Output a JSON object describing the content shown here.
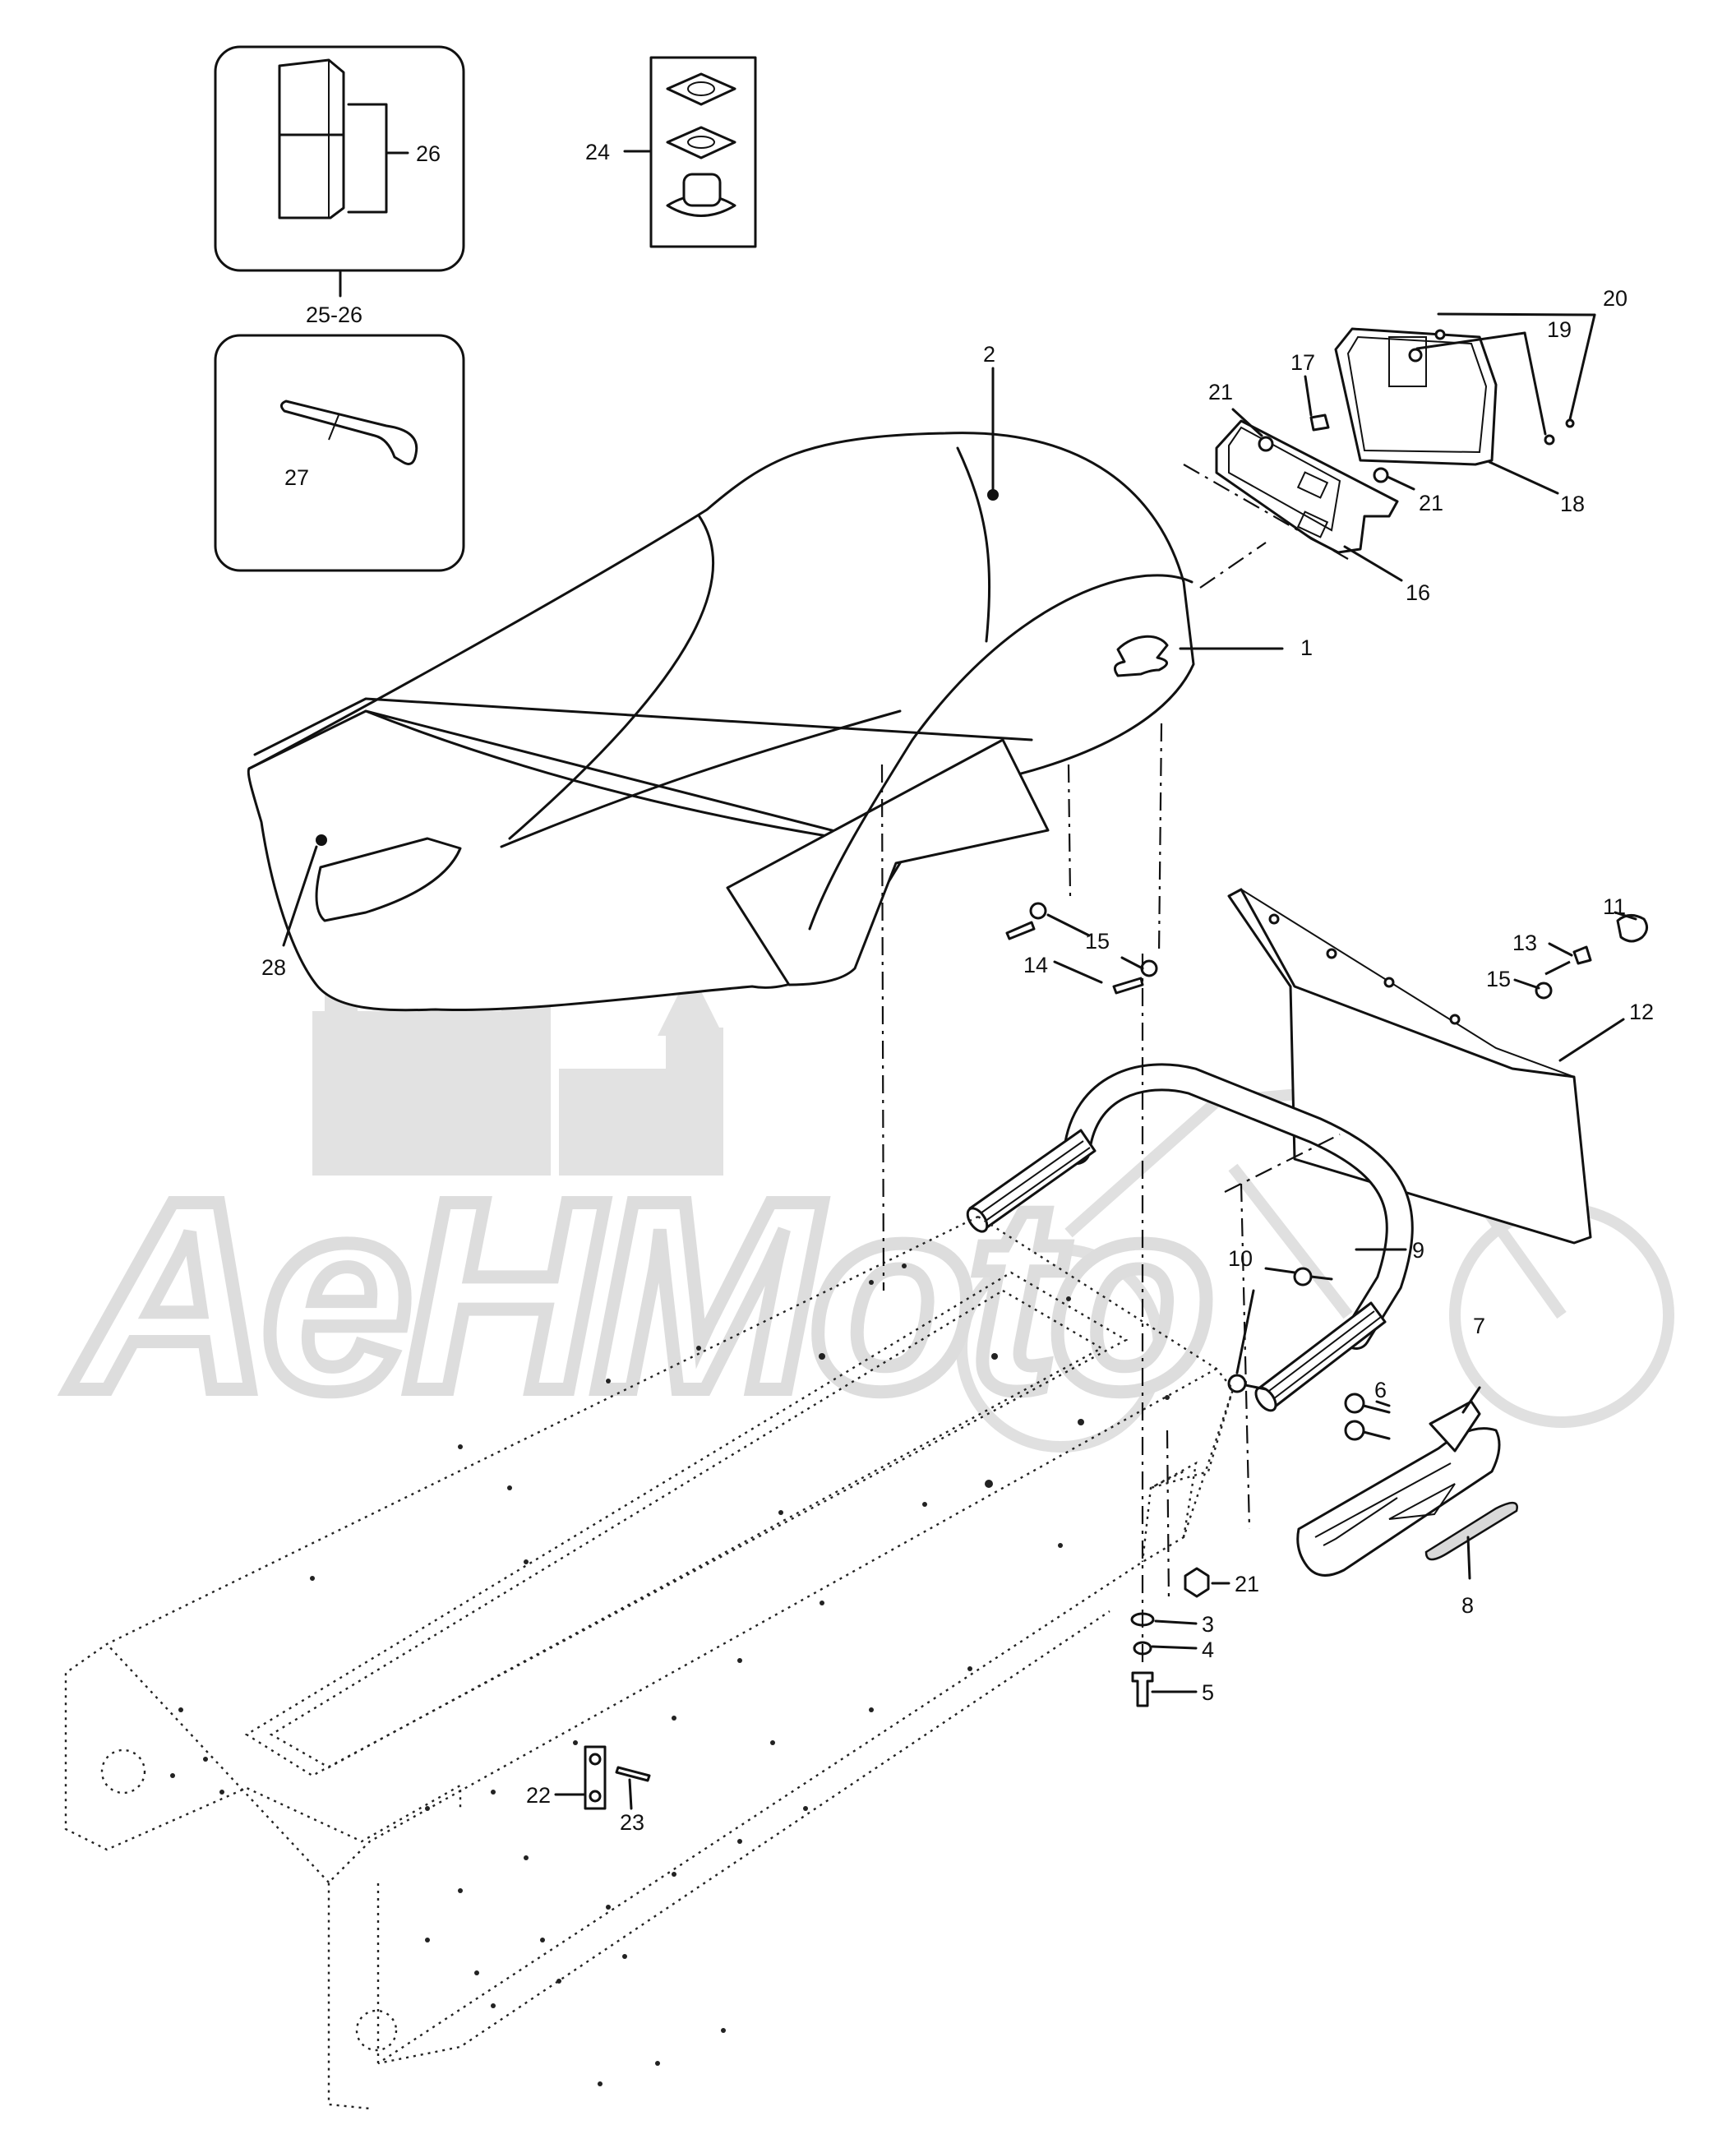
{
  "diagram": {
    "labels": [
      {
        "id": "26",
        "text": "26"
      },
      {
        "id": "25-26",
        "text": "25-26"
      },
      {
        "id": "24",
        "text": "24"
      },
      {
        "id": "27",
        "text": "27"
      },
      {
        "id": "2",
        "text": "2"
      },
      {
        "id": "20",
        "text": "20"
      },
      {
        "id": "19",
        "text": "19"
      },
      {
        "id": "17",
        "text": "17"
      },
      {
        "id": "21a",
        "text": "21"
      },
      {
        "id": "21b",
        "text": "21"
      },
      {
        "id": "18",
        "text": "18"
      },
      {
        "id": "16",
        "text": "16"
      },
      {
        "id": "1",
        "text": "1"
      },
      {
        "id": "28",
        "text": "28"
      },
      {
        "id": "15a",
        "text": "15"
      },
      {
        "id": "14",
        "text": "14"
      },
      {
        "id": "11",
        "text": "11"
      },
      {
        "id": "13",
        "text": "13"
      },
      {
        "id": "15b",
        "text": "15"
      },
      {
        "id": "12",
        "text": "12"
      },
      {
        "id": "9",
        "text": "9"
      },
      {
        "id": "10",
        "text": "10"
      },
      {
        "id": "7",
        "text": "7"
      },
      {
        "id": "6",
        "text": "6"
      },
      {
        "id": "8",
        "text": "8"
      },
      {
        "id": "21c",
        "text": "21"
      },
      {
        "id": "3",
        "text": "3"
      },
      {
        "id": "4",
        "text": "4"
      },
      {
        "id": "5",
        "text": "5"
      },
      {
        "id": "22",
        "text": "22"
      },
      {
        "id": "23",
        "text": "23"
      }
    ],
    "watermark": "AeHMoto"
  }
}
